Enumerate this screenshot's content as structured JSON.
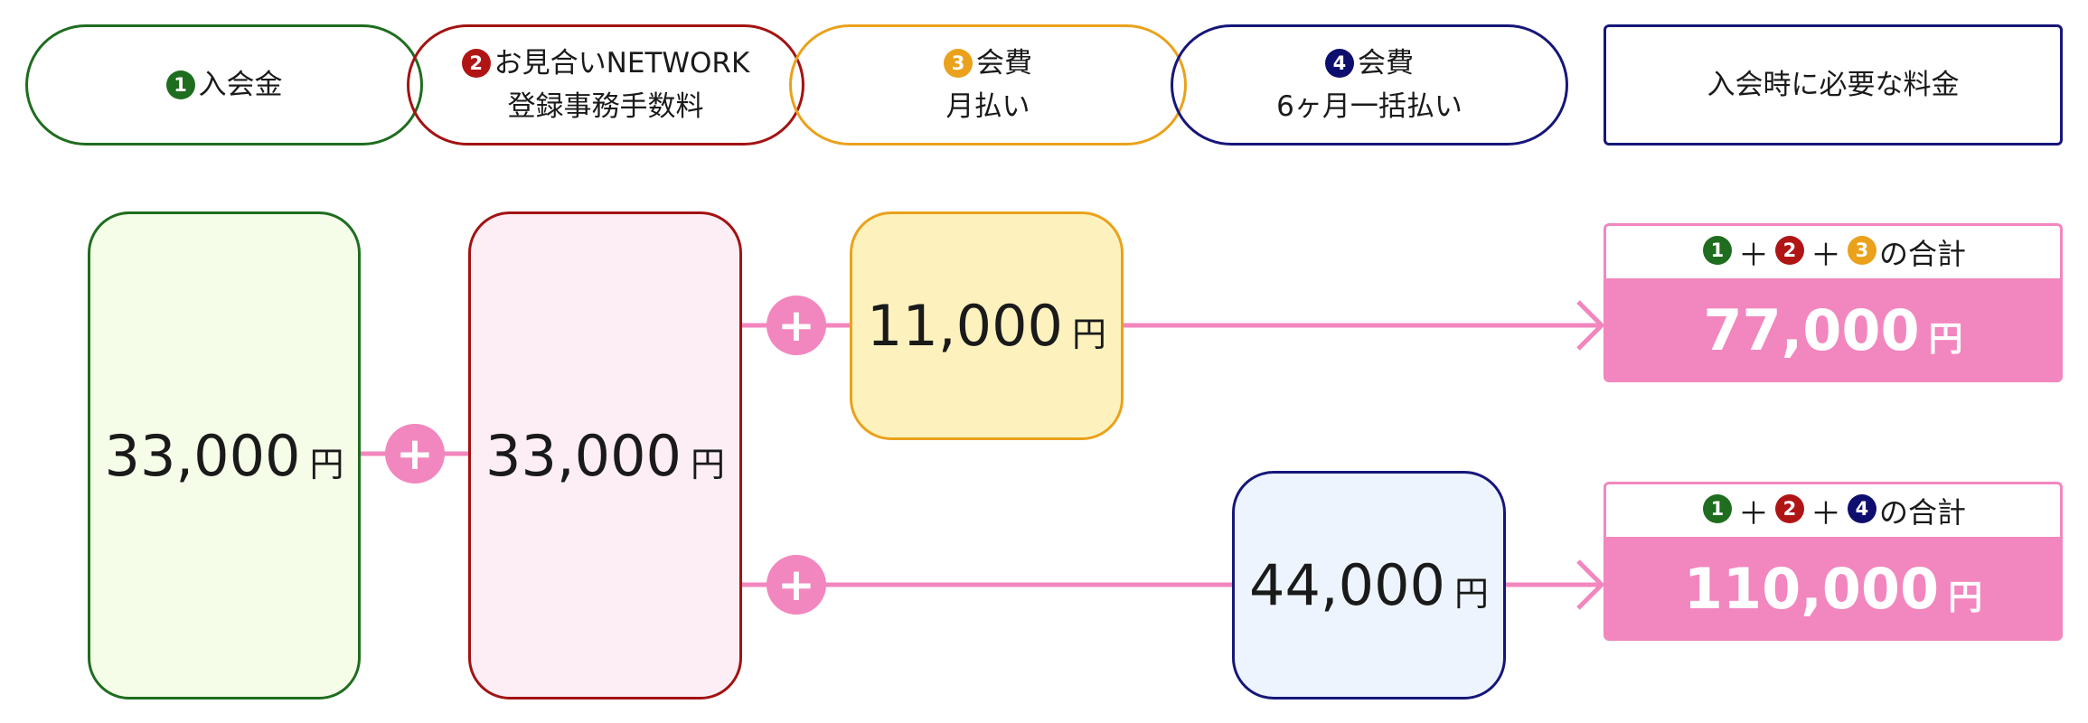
{
  "headers": [
    {
      "num": "1",
      "lines": [
        "入会金"
      ],
      "color": "#1f6d1f"
    },
    {
      "num": "2",
      "lines": [
        "お見合いNETWORK",
        "登録事務手数料"
      ],
      "color": "#b01515"
    },
    {
      "num": "3",
      "lines": [
        "会費",
        "月払い"
      ],
      "color": "#eaa11b"
    },
    {
      "num": "4",
      "lines": [
        "会費",
        "6ヶ月一括払い"
      ],
      "color": "#0e0e6e"
    }
  ],
  "total_header": "入会時に必要な料金",
  "amounts": {
    "fee1": "33,000",
    "fee2": "33,000",
    "fee3": "11,000",
    "fee4": "44,000"
  },
  "currency": "円",
  "plus_symbol": "+",
  "results": [
    {
      "nums": [
        "1",
        "2",
        "3"
      ],
      "operator": "＋",
      "suffix": "の合計",
      "value": "77,000"
    },
    {
      "nums": [
        "1",
        "2",
        "4"
      ],
      "operator": "＋",
      "suffix": "の合計",
      "value": "110,000"
    }
  ],
  "colors": {
    "connector": "#f286be",
    "green": "#1f6d1f",
    "red": "#a31212",
    "orange": "#eaa11b",
    "navy": "#16167a"
  }
}
